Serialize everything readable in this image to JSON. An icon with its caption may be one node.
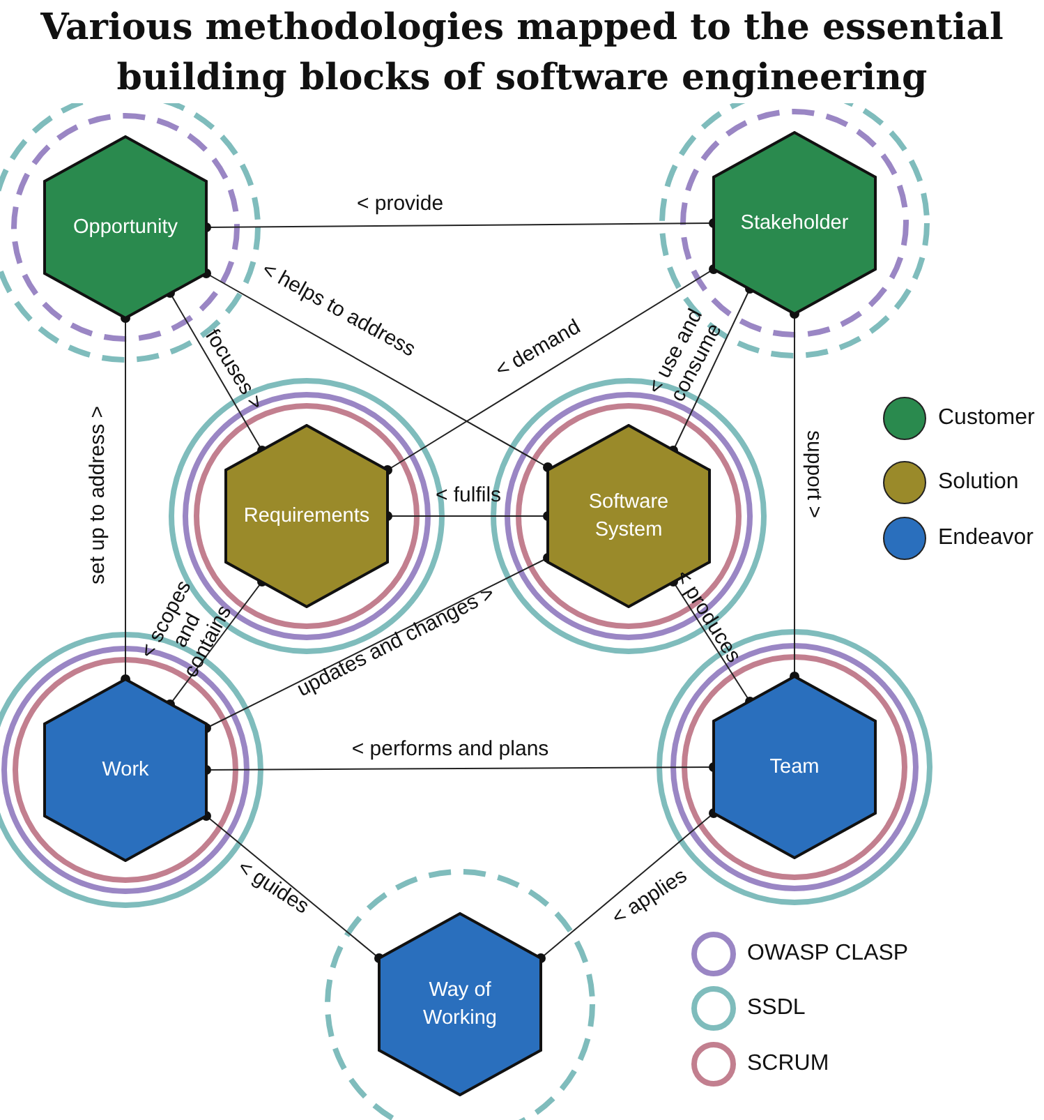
{
  "diagram": {
    "title": "Various methodologies mapped to the essential building blocks of software engineering",
    "nodes": [
      {
        "text": [
          "Opportunity"
        ]
      },
      {
        "text": [
          "Stakeholder"
        ]
      },
      {
        "text": [
          "Requirements"
        ]
      },
      {
        "text": [
          "Software System"
        ]
      },
      {
        "text": [
          "Work"
        ]
      },
      {
        "text": [
          "Team"
        ]
      },
      {
        "text": [
          "Way of Working"
        ]
      }
    ],
    "edges": [
      {
        "from": 0,
        "to": 1,
        "arrow": "other",
        "label": "< provide"
      },
      {
        "from": 0,
        "to": 3,
        "arrow": "other",
        "label": "< helps to address"
      },
      {
        "from": 0,
        "to": 2,
        "arrow": "other",
        "label": "focuses >"
      },
      {
        "from": 0,
        "to": 4,
        "arrow": "other",
        "label": "set up to address >"
      },
      {
        "from": 1,
        "to": 2,
        "arrow": "other",
        "label": "< demand"
      },
      {
        "from": 1,
        "to": 3,
        "arrow": "other",
        "label": "< use and consume"
      },
      {
        "from": 1,
        "to": 5,
        "arrow": "other",
        "label": "support >"
      },
      {
        "from": 2,
        "to": 3,
        "arrow": "other",
        "label": "< fulfils"
      },
      {
        "from": 2,
        "to": 4,
        "arrow": "other",
        "label": "< scopes and contains"
      },
      {
        "from": 3,
        "to": 4,
        "arrow": "other",
        "label": "updates and changes >"
      },
      {
        "from": 3,
        "to": 5,
        "arrow": "other",
        "label": "< produces"
      },
      {
        "from": 5,
        "to": 4,
        "arrow": "other",
        "label": "< performs and plans"
      },
      {
        "from": 4,
        "to": 6,
        "arrow": "other",
        "label": "< guides"
      },
      {
        "from": 5,
        "to": 6,
        "arrow": "other",
        "label": "< applies"
      }
    ],
    "legend": [
      {
        "text": "Customer",
        "color": "#2a8a4e"
      },
      {
        "text": "Solution",
        "color": "#9a8a2a"
      },
      {
        "text": "Endeavor",
        "color": "#2a6fbd"
      },
      {
        "text": "OWASP CLASP",
        "color": "#9a86c4"
      },
      {
        "text": "SSDL",
        "color": "#7fbcbc"
      },
      {
        "text": "SCRUM",
        "color": "#c27f8f"
      }
    ]
  }
}
